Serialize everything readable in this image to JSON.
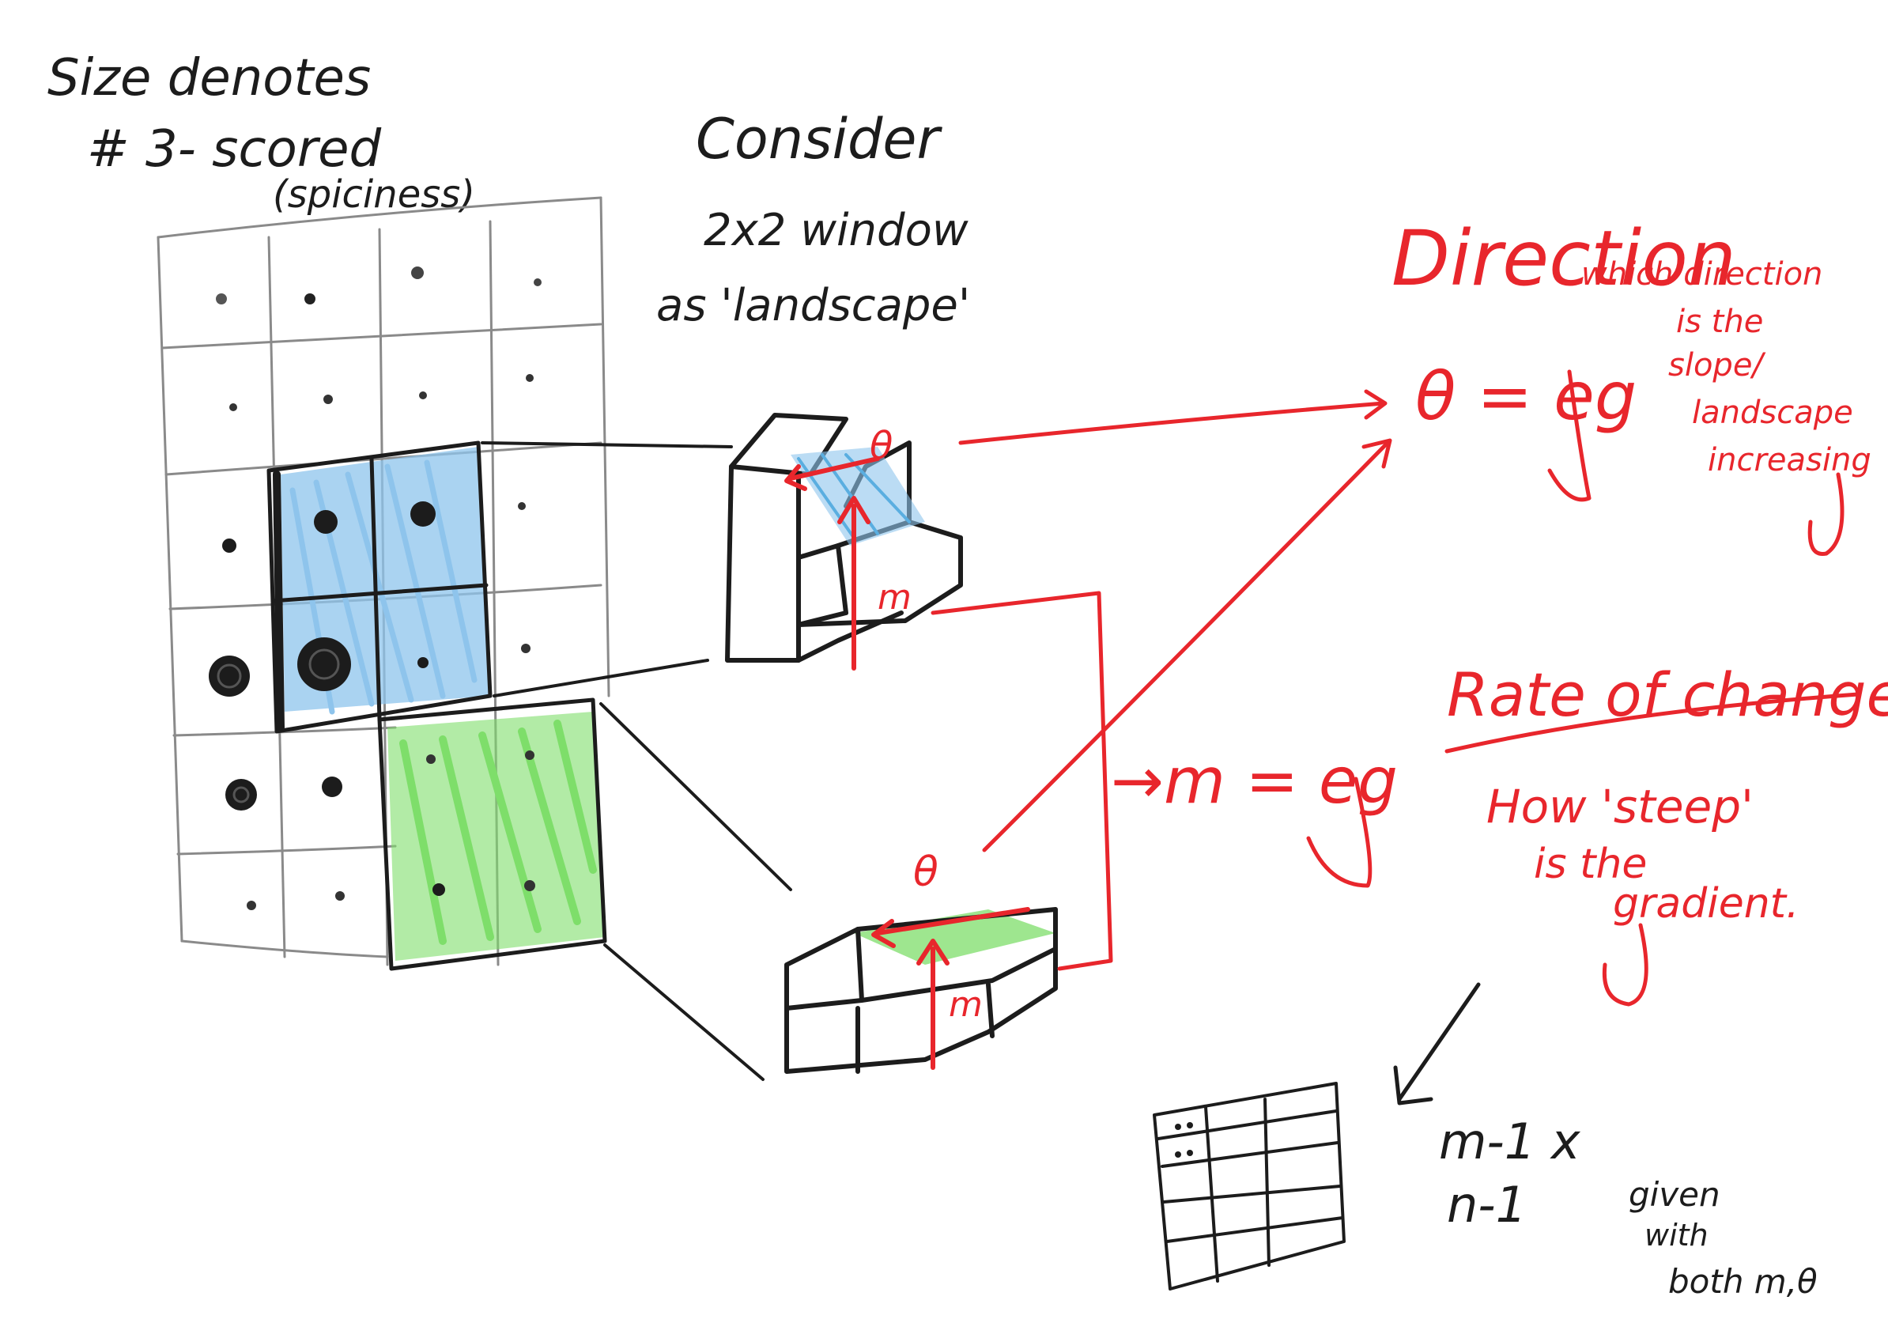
{
  "notes": {
    "size_line1": "Size denotes",
    "size_line2": "# 3- scored",
    "size_line3": "(spiciness)",
    "consider_line1": "Consider",
    "consider_line2": "2x2 window",
    "consider_line3": "as 'landscape'",
    "direction_title": "Direction",
    "direction_desc1": "which direction",
    "direction_desc2": "is the",
    "direction_desc3": "slope/",
    "direction_desc4": "landscape",
    "direction_desc5": "increasing",
    "theta_eq": "θ = eg",
    "m_eq": "→m = eg",
    "rate_title": "Rate of change",
    "rate_desc1": "How 'steep'",
    "rate_desc2": "is the",
    "rate_desc3": "gradient.",
    "dims_line1": "m-1 x",
    "dims_line2": "n-1",
    "given_line1": "given",
    "given_line2": "with",
    "given_line3": "both m,θ",
    "theta_label_top": "θ",
    "m_label_top": "m",
    "theta_label_bottom": "θ",
    "m_label_bottom": "m"
  },
  "colors": {
    "ink": "#1c1c1c",
    "annotation": "#e8262c",
    "blue_window": "#8ec4ec",
    "green_window": "#7ede6a",
    "grid": "#8a8a8a"
  }
}
